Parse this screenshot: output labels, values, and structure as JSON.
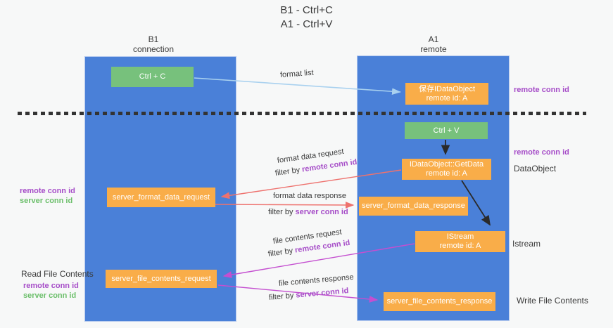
{
  "colors": {
    "background": "#f7f8f8",
    "lane_blue": "#4a80d8",
    "box_green": "#77c17c",
    "box_orange": "#f9ad49",
    "arrow_light_blue": "#a9d1ef",
    "arrow_red": "#ee726e",
    "arrow_magenta": "#c44fd0",
    "arrow_black": "#2a2a2a",
    "label_purple": "#a64dc8",
    "label_green": "#6cbf6b"
  },
  "title": {
    "line1": "B1 - Ctrl+C",
    "line2": "A1 - Ctrl+V"
  },
  "lanes": {
    "left": {
      "name": "B1",
      "subtitle": "connection"
    },
    "right": {
      "name": "A1",
      "subtitle": "remote"
    }
  },
  "nodes": {
    "ctrl_c": {
      "label": "Ctrl + C"
    },
    "ctrl_v": {
      "label": "Ctrl + V"
    },
    "save_idataobject": {
      "line1": "保存IDataObject",
      "line2": "remote id: A"
    },
    "idataobject_getdata": {
      "line1": "IDataObject::GetData",
      "line2": "remote id: A"
    },
    "istream": {
      "line1": "IStream",
      "line2": "remote id: A"
    },
    "server_format_data_request": {
      "label": "server_format_data_request"
    },
    "server_format_data_response": {
      "label": "server_format_data_response"
    },
    "server_file_contents_request": {
      "label": "server_file_contents_request"
    },
    "server_file_contents_response": {
      "label": "server_file_contents_response"
    }
  },
  "edge_labels": {
    "format_list": "format list",
    "format_data_request": {
      "title": "format data request",
      "filter_prefix": "filter by ",
      "filter_value": "remote conn id"
    },
    "format_data_response": {
      "title": "format data response",
      "filter_prefix": "filter by ",
      "filter_value": "server conn id"
    },
    "file_contents_request": {
      "title": "file contents request",
      "filter_prefix": "filter by ",
      "filter_value": "remote conn id"
    },
    "file_contents_response": {
      "title": "file contents response",
      "filter_prefix": "filter by ",
      "filter_value": "server conn id"
    }
  },
  "side_labels": {
    "right_remote_conn_id_1": "remote conn id",
    "right_remote_conn_id_2": "remote conn id",
    "right_dataobject": "DataObject",
    "right_istream": "Istream",
    "right_write_file_contents": "Write File Contents",
    "left_remote_conn_id_1": "remote conn id",
    "left_server_conn_id_1": "server conn id",
    "left_read_file_contents": "Read File Contents",
    "left_remote_conn_id_2": "remote conn id",
    "left_server_conn_id_2": "server conn id"
  }
}
